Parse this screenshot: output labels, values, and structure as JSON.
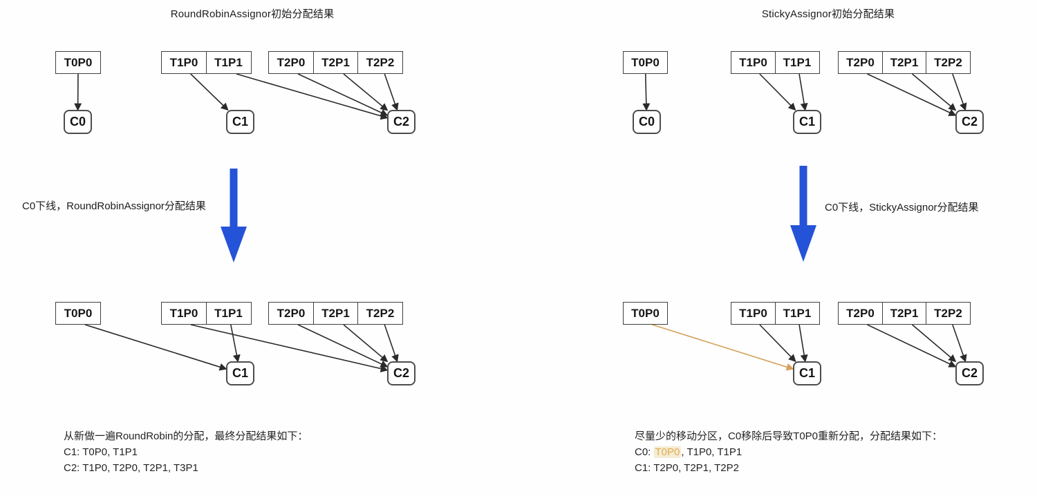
{
  "titles": {
    "left": "RoundRobinAssignor初始分配结果",
    "right": "StickyAssignor初始分配结果"
  },
  "transition_labels": {
    "left": "C0下线，RoundRobinAssignor分配结果",
    "right": "C0下线，StickyAssignor分配结果"
  },
  "summaries": {
    "left": {
      "line1": "从新做一遍RoundRobin的分配，最终分配结果如下：",
      "line2": "C1: T0P0, T1P1",
      "line3": "C2: T1P0, T2P0, T2P1, T3P1"
    },
    "right": {
      "line1": "尽量少的移动分区，C0移除后导致T0P0重新分配，分配结果如下：",
      "line2_prefix": "C0: ",
      "line2_highlight": "T0P0",
      "line2_rest": ", T1P0, T1P1",
      "line3": "C1: T2P0, T2P1, T2P2"
    }
  },
  "colors": {
    "arrow_dark": "#2a2a2a",
    "arrow_accent": "#d5a05a",
    "transition_blue": "#2453d8",
    "highlight_text": "#dfae52",
    "highlight_bg": "#f6ecd4"
  },
  "panels": [
    {
      "id": "tl",
      "groups": [
        [
          "T0P0"
        ],
        [
          "T1P0",
          "T1P1"
        ],
        [
          "T2P0",
          "T2P1",
          "T2P2"
        ]
      ],
      "consumers": [
        "C0",
        "C1",
        "C2"
      ],
      "connections": [
        {
          "from": "T0P0",
          "to": "C0"
        },
        {
          "from": "T1P0",
          "to": "C1"
        },
        {
          "from": "T1P1",
          "to": "C2"
        },
        {
          "from": "T2P0",
          "to": "C2"
        },
        {
          "from": "T2P1",
          "to": "C2"
        },
        {
          "from": "T2P2",
          "to": "C2"
        }
      ]
    },
    {
      "id": "tr",
      "groups": [
        [
          "T0P0"
        ],
        [
          "T1P0",
          "T1P1"
        ],
        [
          "T2P0",
          "T2P1",
          "T2P2"
        ]
      ],
      "consumers": [
        "C0",
        "C1",
        "C2"
      ],
      "connections": [
        {
          "from": "T0P0",
          "to": "C0"
        },
        {
          "from": "T1P0",
          "to": "C1"
        },
        {
          "from": "T1P1",
          "to": "C1"
        },
        {
          "from": "T2P0",
          "to": "C2"
        },
        {
          "from": "T2P1",
          "to": "C2"
        },
        {
          "from": "T2P2",
          "to": "C2"
        }
      ]
    },
    {
      "id": "bl",
      "groups": [
        [
          "T0P0"
        ],
        [
          "T1P0",
          "T1P1"
        ],
        [
          "T2P0",
          "T2P1",
          "T2P2"
        ]
      ],
      "consumers": [
        "C1",
        "C2"
      ],
      "connections": [
        {
          "from": "T0P0",
          "to": "C1"
        },
        {
          "from": "T1P0",
          "to": "C2"
        },
        {
          "from": "T1P1",
          "to": "C1"
        },
        {
          "from": "T2P0",
          "to": "C2"
        },
        {
          "from": "T2P1",
          "to": "C2"
        },
        {
          "from": "T2P2",
          "to": "C2"
        }
      ]
    },
    {
      "id": "br",
      "groups": [
        [
          "T0P0"
        ],
        [
          "T1P0",
          "T1P1"
        ],
        [
          "T2P0",
          "T2P1",
          "T2P2"
        ]
      ],
      "consumers": [
        "C1",
        "C2"
      ],
      "connections": [
        {
          "from": "T0P0",
          "to": "C1",
          "style": "accent"
        },
        {
          "from": "T1P0",
          "to": "C1"
        },
        {
          "from": "T1P1",
          "to": "C1"
        },
        {
          "from": "T2P0",
          "to": "C2"
        },
        {
          "from": "T2P1",
          "to": "C2"
        },
        {
          "from": "T2P2",
          "to": "C2"
        }
      ]
    }
  ]
}
